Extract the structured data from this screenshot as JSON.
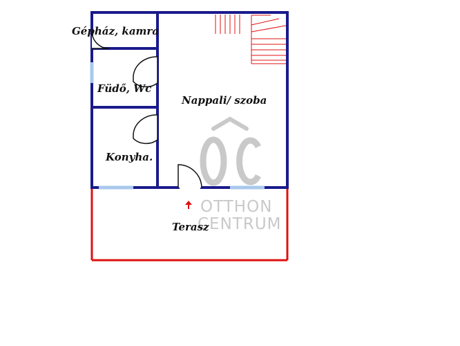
{
  "rooms": {
    "gephaz": "Gépház, kamra",
    "furdo": "Füdő, Wc",
    "nappali": "Nappali/ szoba",
    "konyha": "Konyha.",
    "terasz": "Terasz"
  },
  "watermark": {
    "logo": "OC",
    "line1": "OTTHON",
    "line2": "CENTRUM"
  },
  "colors": {
    "wall": "#1a1a8c",
    "window": "#a9c8ec",
    "terrace": "#e01010",
    "stairs": "#e01010",
    "watermark": "#c9c9c9"
  }
}
